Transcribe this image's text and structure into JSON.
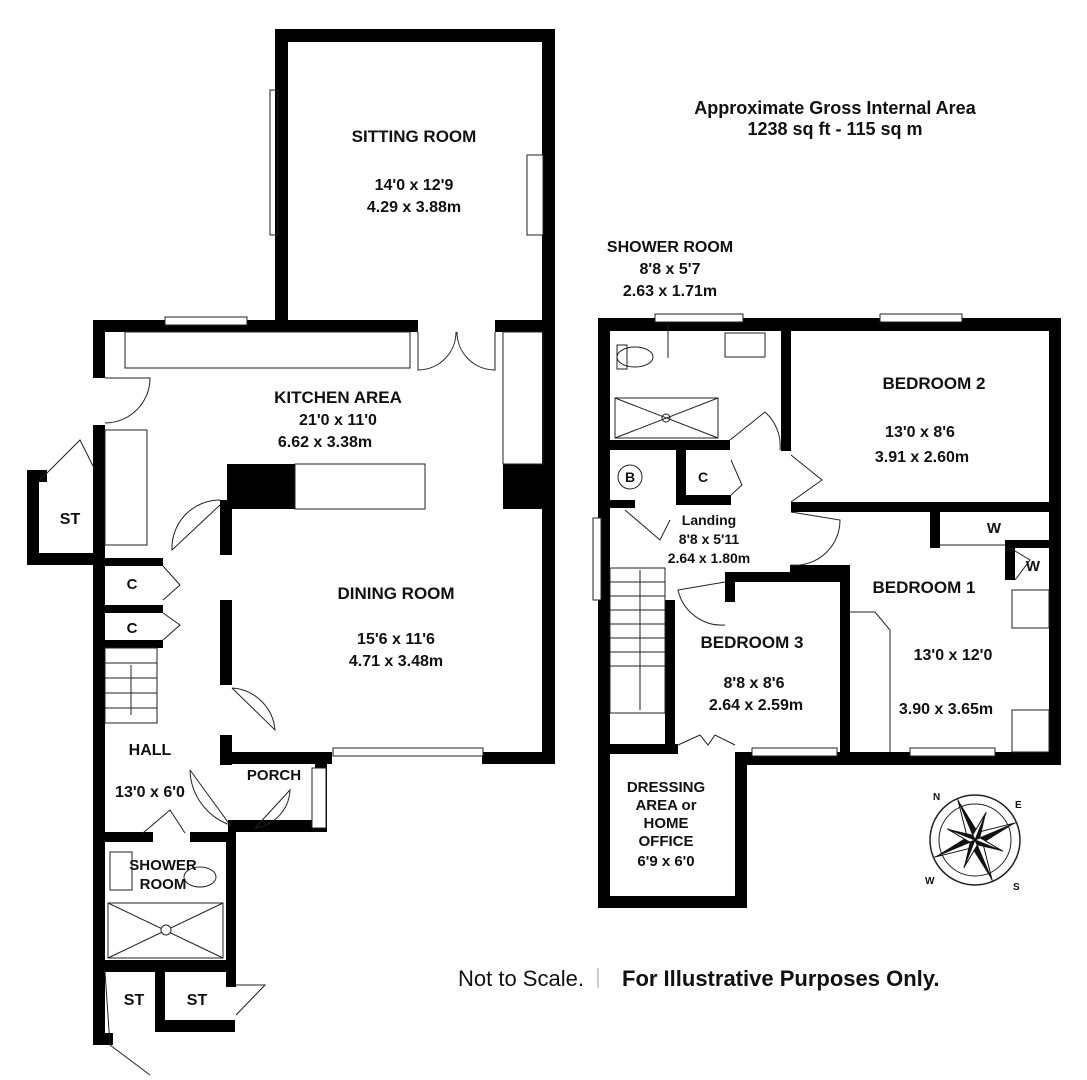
{
  "area": {
    "title": "Approximate Gross Internal Area",
    "value": "1238 sq ft - 115 sq m"
  },
  "ground_floor": {
    "sitting_room": {
      "name": "SITTING ROOM",
      "imperial": "14'0 x 12'9",
      "metric": "4.29 x 3.88m"
    },
    "kitchen": {
      "name": "KITCHEN AREA",
      "imperial": "21'0 x 11'0",
      "metric": "6.62 x 3.38m"
    },
    "dining_room": {
      "name": "DINING ROOM",
      "imperial": "15'6 x 11'6",
      "metric": "4.71 x 3.48m"
    },
    "hall": {
      "name": "HALL",
      "imperial": "13'0 x 6'0"
    },
    "porch": {
      "name": "PORCH"
    },
    "shower_room": {
      "name_line1": "SHOWER",
      "name_line2": "ROOM"
    },
    "store_left": "ST",
    "cupboard_1": "C",
    "cupboard_2": "C",
    "store_bottom_1": "ST",
    "store_bottom_2": "ST"
  },
  "first_floor": {
    "shower_room": {
      "name": "SHOWER ROOM",
      "imperial": "8'8 x 5'7",
      "metric": "2.63 x 1.71m"
    },
    "bedroom2": {
      "name": "BEDROOM  2",
      "imperial": "13'0 x 8'6",
      "metric": "3.91 x 2.60m"
    },
    "landing": {
      "name": "Landing",
      "imperial": "8'8 x 5'11",
      "metric": "2.64 x 1.80m"
    },
    "boiler": "B",
    "cupboard": "C",
    "bedroom1": {
      "name": "BEDROOM  1",
      "imperial": "13'0 x 12'0",
      "metric": "3.90 x 3.65m",
      "wardrobe1": "W",
      "wardrobe2": "W"
    },
    "bedroom3": {
      "name": "BEDROOM  3",
      "imperial": "8'8 x 8'6",
      "metric": "2.64 x 2.59m"
    },
    "dressing": {
      "line1": "DRESSING",
      "line2": "AREA or",
      "line3": "HOME",
      "line4": "OFFICE",
      "imperial": "6'9 x 6'0"
    }
  },
  "compass": {
    "n": "N",
    "e": "E",
    "s": "S",
    "w": "W"
  },
  "footer": {
    "not_to_scale": "Not to Scale.",
    "illustrative": "For Illustrative Purposes Only."
  }
}
